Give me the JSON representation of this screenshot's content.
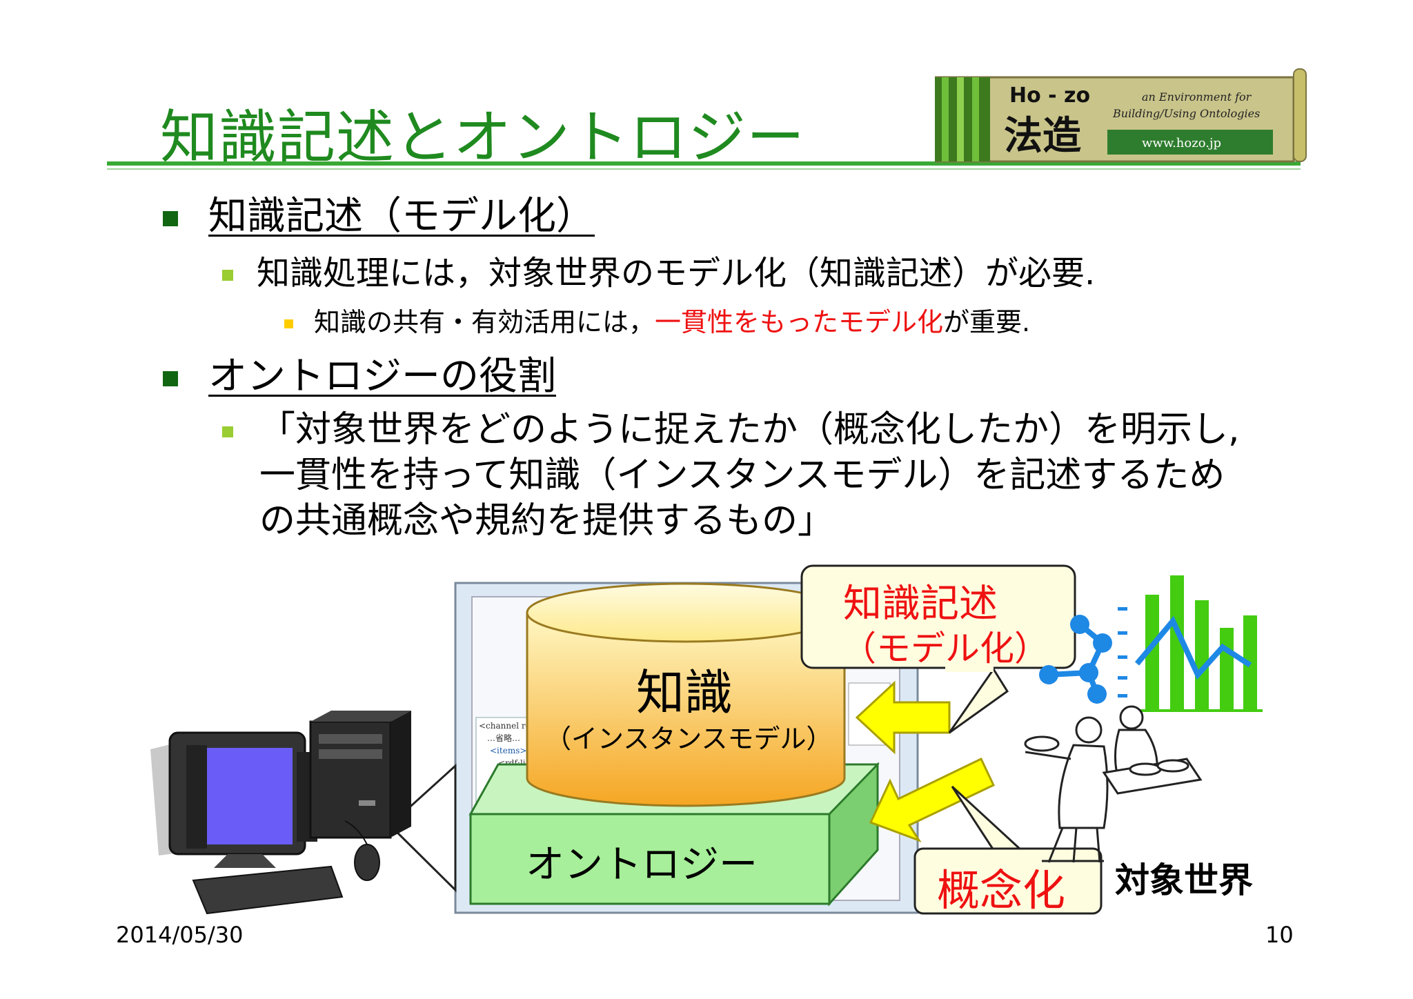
{
  "slide": {
    "title": "知識記述とオントロジー",
    "date": "2014/05/30",
    "page_number": "10"
  },
  "logo": {
    "ho_zo": "Ho - zo",
    "kanji": "法造",
    "tagline1": "an Environment for",
    "tagline2": "Building/Using Ontologies",
    "url": "www.hozo.jp"
  },
  "bullets": {
    "b1": {
      "heading": "知識記述（モデル化）",
      "sub": "知識処理には，対象世界のモデル化（知識記述）が必要.",
      "subsub_pre": "知識の共有・有効活用には，",
      "subsub_red": "一貫性をもったモデル化",
      "subsub_post": "が重要."
    },
    "b2": {
      "heading": "オントロジーの役割",
      "quote_line1": "「対象世界をどのように捉えたか（概念化したか）を明示し,",
      "quote_line2": "一貫性を持って知識（インスタンスモデル）を記述するため",
      "quote_line3": "の共通概念や規約を提供するもの」"
    }
  },
  "diagram": {
    "cylinder_title": "知識",
    "cylinder_sub": "（インスタンスモデル）",
    "box_label": "オントロジー",
    "callout_knowledge_line1": "知識記述",
    "callout_knowledge_line2": "（モデル化）",
    "callout_concept": "概念化",
    "world_label": "対象世界",
    "code_lines": [
      "<channel rdf",
      "…省略…",
      "<items>",
      "<rdf:li"
    ],
    "colors": {
      "cylinder_top": "#fff5b0",
      "cylinder_bottom": "#f5a623",
      "box_green": "#a7ef9a",
      "arrow_yellow": "#ffff00",
      "callout_bg": "#fffde0",
      "callout_red": "#ee1111",
      "chart_green": "#44cc11",
      "chart_blue": "#1e88e5"
    }
  }
}
